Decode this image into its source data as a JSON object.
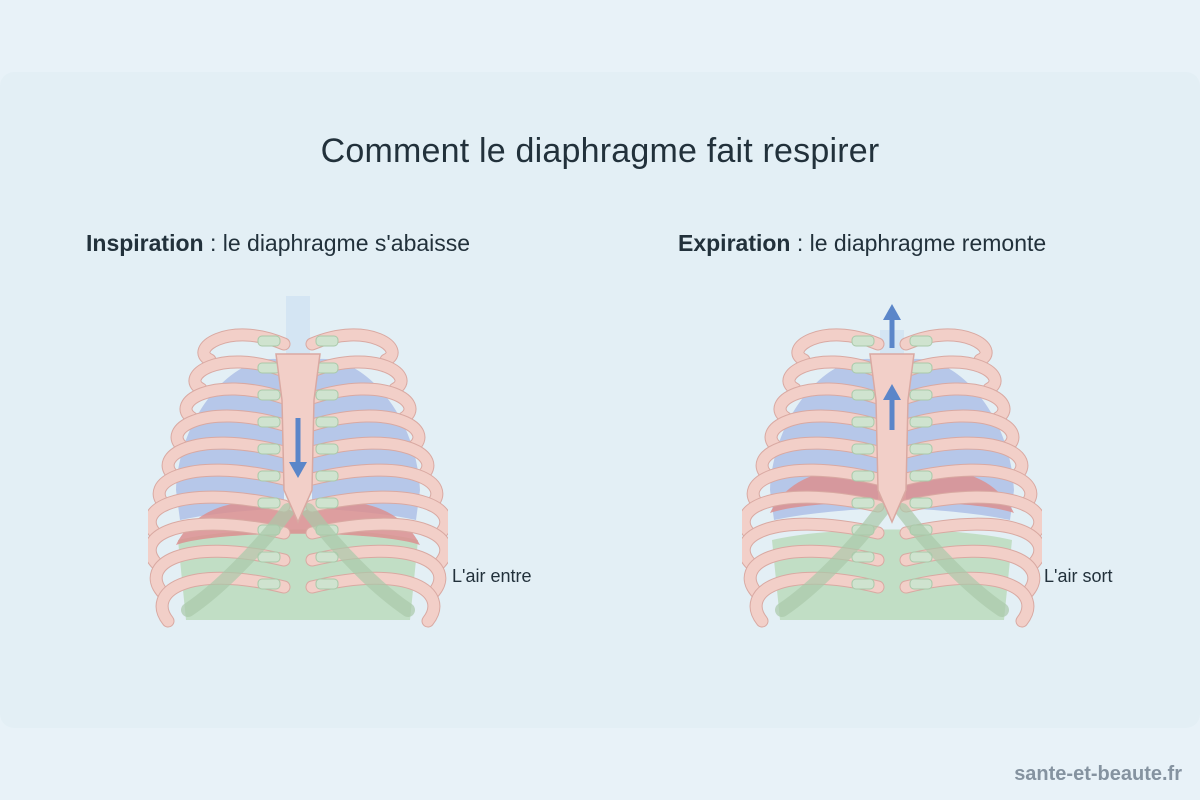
{
  "title": "Comment le diaphragme fait respirer",
  "panels": [
    {
      "heading_bold": "Inspiration",
      "heading_rest": " : le diaphragme s'abaisse",
      "air_label": "L'air entre",
      "arrow_direction": "down"
    },
    {
      "heading_bold": "Expiration",
      "heading_rest": " : le diaphragme remonte",
      "air_label": "L'air sort",
      "arrow_direction": "up"
    }
  ],
  "watermark": "sante-et-beaute.fr",
  "colors": {
    "bone": "#f2cfc8",
    "bone_stroke": "#d9a9a2",
    "cartilage": "#cfe3cf",
    "cartilage_stroke": "#a9c9a9",
    "lung": "#aebfe6",
    "diaphragm": "#dc8f8f",
    "abdomen": "#bcdcc0",
    "arrow": "#5b86c9",
    "airway": "#cfe2f3"
  }
}
